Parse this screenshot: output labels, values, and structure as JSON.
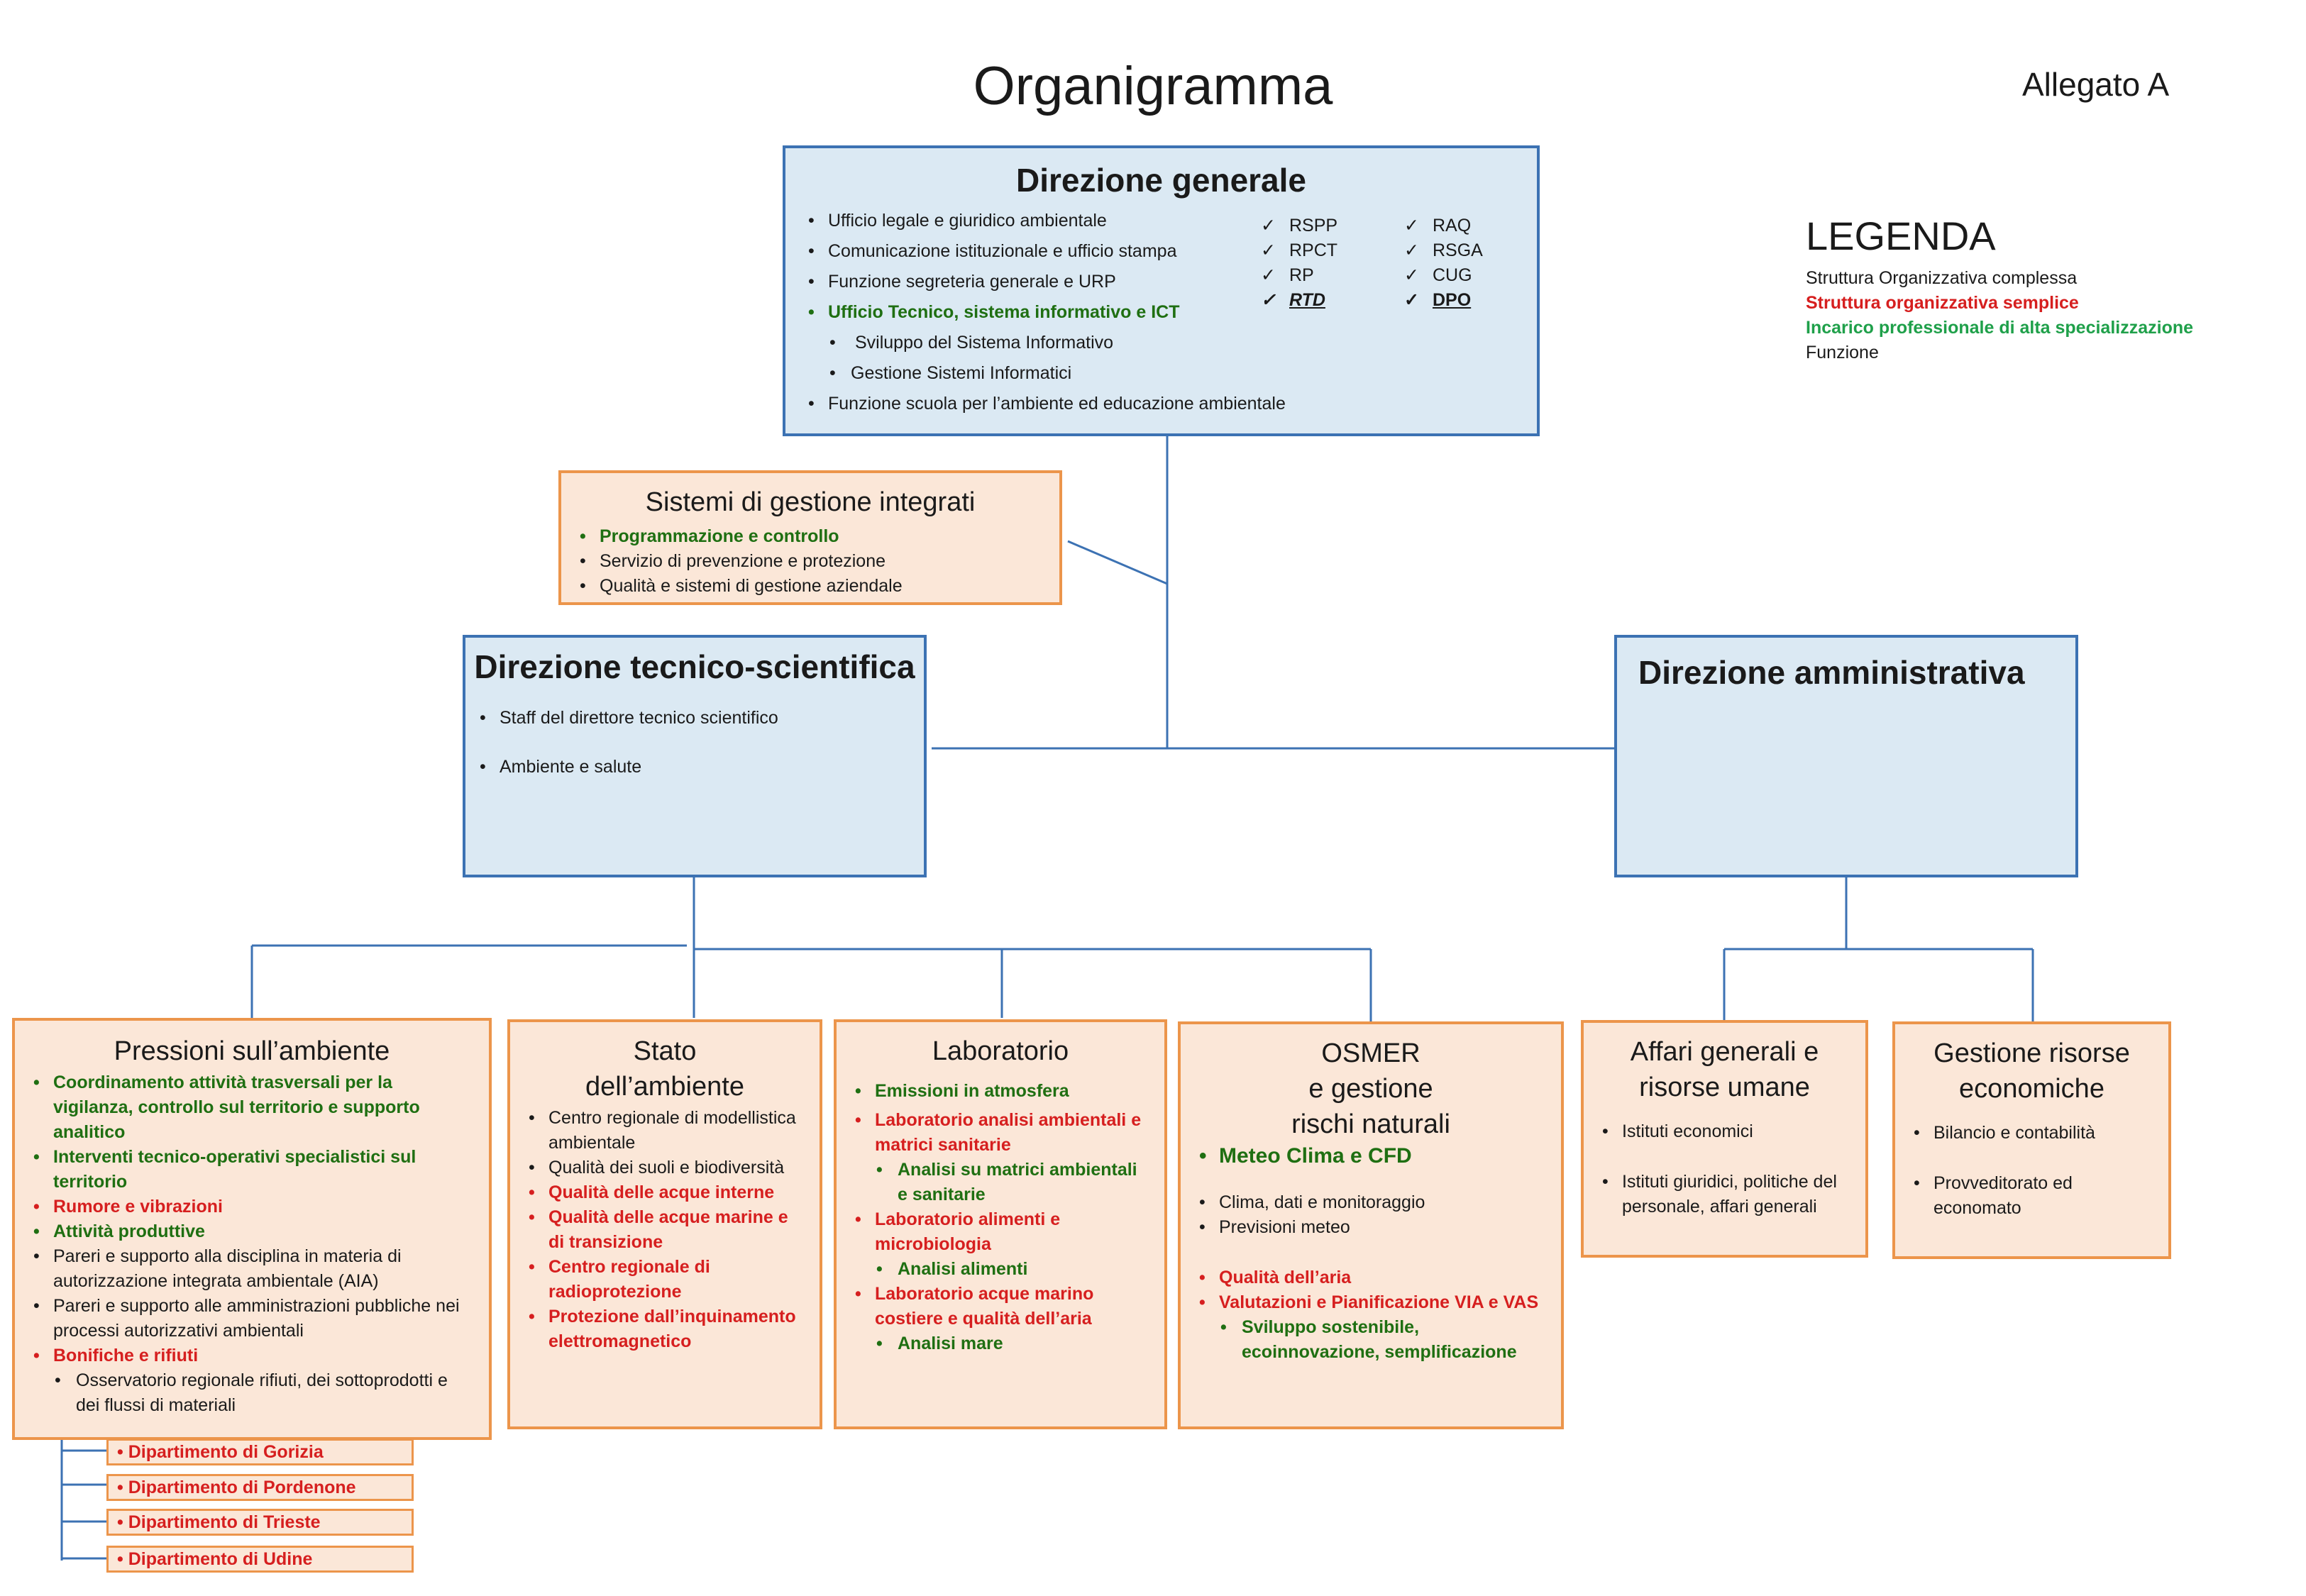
{
  "title": "Organigramma",
  "allegato": "Allegato A",
  "legend": {
    "title": "LEGENDA",
    "items": [
      {
        "label": "Struttura Organizzativa complessa",
        "color": "#1a1a1a"
      },
      {
        "label": "Struttura organizzativa semplice",
        "color": "#d61f1f"
      },
      {
        "label": "Incarico professionale di alta specializzazione",
        "color": "#1fa04a"
      },
      {
        "label": "Funzione",
        "color": "#1a1a1a"
      }
    ]
  },
  "direzione_generale": {
    "title": "Direzione generale",
    "items": [
      "Ufficio legale e giuridico ambientale",
      "Comunicazione istituzionale  e ufficio stampa",
      "Funzione segreteria generale e URP",
      "Ufficio Tecnico, sistema informativo e ICT",
      "Sviluppo del Sistema Informativo",
      "Gestione Sistemi Informatici",
      "Funzione scuola per l’ambiente ed educazione ambientale"
    ],
    "checks_col1": [
      "RSPP",
      "RPCT",
      "RP",
      "RTD"
    ],
    "checks_col2": [
      "RAQ",
      "RSGA",
      "CUG",
      "DPO"
    ]
  },
  "sistemi_gestione": {
    "title": "Sistemi di gestione integrati",
    "items": [
      "Programmazione e controllo",
      "Servizio di prevenzione e protezione",
      "Qualità e sistemi di gestione aziendale"
    ]
  },
  "direzione_tecnico": {
    "title": "Direzione tecnico-scientifica",
    "items": [
      "Staff del direttore tecnico scientifico",
      "Ambiente e salute"
    ]
  },
  "direzione_amministrativa": {
    "title": "Direzione amministrativa"
  },
  "pressioni": {
    "title": "Pressioni sull’ambiente",
    "items": [
      "Coordinamento attività trasversali per  la vigilanza, controllo sul territorio e supporto analitico",
      "Interventi tecnico-operativi specialistici sul territorio",
      "Rumore e vibrazioni",
      "Attività produttive",
      "Pareri e supporto alla disciplina in materia di autorizzazione integrata ambientale (AIA)",
      "Pareri e supporto alle amministrazioni pubbliche nei processi autorizzativi ambientali",
      "Bonifiche e rifiuti",
      "Osservatorio regionale rifiuti, dei sottoprodotti e dei flussi di materiali"
    ]
  },
  "stato": {
    "title1": "Stato",
    "title2": "dell’ambiente",
    "items": [
      "Centro regionale di modellistica ambientale",
      "Qualità dei suoli e biodiversità",
      "Qualità delle acque interne",
      "Qualità delle acque marine e di transizione",
      "Centro regionale di radioprotezione",
      "Protezione dall’inquinamento elettromagnetico"
    ]
  },
  "laboratorio": {
    "title": "Laboratorio",
    "items": [
      "Emissioni in atmosfera",
      "Laboratorio  analisi ambientali e matrici sanitarie",
      "Analisi su matrici ambientali e sanitarie",
      "Laboratorio  alimenti e microbiologia",
      "Analisi alimenti",
      "Laboratorio  acque marino costiere e qualità dell’aria",
      "Analisi mare"
    ]
  },
  "osmer": {
    "title1": "OSMER",
    "title2": "e gestione",
    "title3": "rischi naturali",
    "items": [
      "Meteo Clima e CFD",
      "Clima, dati e monitoraggio",
      "Previsioni meteo",
      "Qualità dell’aria",
      "Valutazioni  e Pianificazione VIA e VAS",
      "Sviluppo sostenibile, ecoinnovazione, semplificazione"
    ]
  },
  "affari": {
    "title1": "Affari generali e",
    "title2": "risorse umane",
    "items": [
      "Istituti economici",
      "Istituti giuridici, politiche del personale, affari generali"
    ]
  },
  "risorse": {
    "title1": "Gestione risorse",
    "title2": "economiche",
    "items": [
      "Bilancio e contabilità",
      "Provveditorato ed economato"
    ]
  },
  "dipartimenti": [
    "Dipartimento di Gorizia",
    "Dipartimento di Pordenone",
    "Dipartimento di Trieste",
    "Dipartimento di Udine"
  ]
}
